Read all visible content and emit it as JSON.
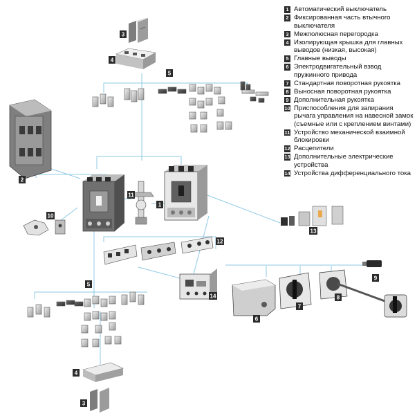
{
  "legend": [
    {
      "num": "1",
      "text": "Автоматический выключатель"
    },
    {
      "num": "2",
      "text": "Фиксированная часть втычного выключателя"
    },
    {
      "num": "3",
      "text": "Межполюсная перегородка"
    },
    {
      "num": "4",
      "text": "Изолирующая крышка для главных выводов (низкая, высокая)"
    },
    {
      "num": "5",
      "text": "Главные выводы"
    },
    {
      "num": "6",
      "text": "Электродвигательный взвод пружинного привода"
    },
    {
      "num": "7",
      "text": "Стандартная поворотная рукоятка"
    },
    {
      "num": "8",
      "text": "Выносная поворотная рукоятка"
    },
    {
      "num": "9",
      "text": "Дополнительная рукоятка"
    },
    {
      "num": "10",
      "text": "Приспособления для запирания рычага управления на навесной замок  (съемные или с креплением винтами)"
    },
    {
      "num": "11",
      "text": "Устройство механической взаимной блокировки"
    },
    {
      "num": "12",
      "text": "Расцепители"
    },
    {
      "num": "13",
      "text": "Дополнительные электрические устройства"
    },
    {
      "num": "14",
      "text": "Устройства дифференциального тока"
    }
  ],
  "callouts": {
    "c3_top": "3",
    "c4_top": "4",
    "c5_top": "5",
    "c2": "2",
    "c11": "11",
    "c1": "1",
    "c10": "10",
    "c13": "13",
    "c12": "12",
    "c5_bottom": "5",
    "c14": "14",
    "c6": "6",
    "c7": "7",
    "c8": "8",
    "c9": "9",
    "c4_bottom": "4",
    "c3_bottom": "3"
  },
  "colors": {
    "connector_line": "#8ec9e6",
    "callout_bg": "#2b2b2b",
    "part_fill": "#e3e3e3",
    "part_dark": "#8a8a8a"
  }
}
